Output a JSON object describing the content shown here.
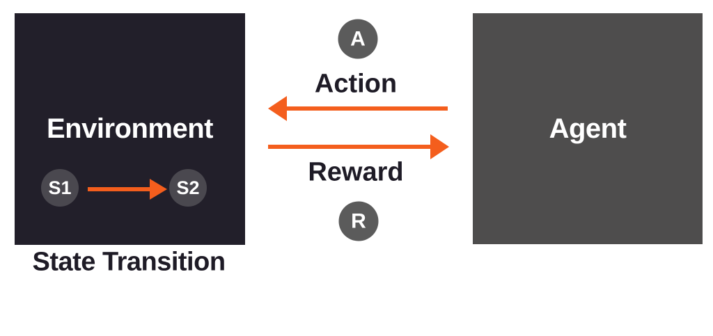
{
  "diagram": {
    "environment": {
      "label": "Environment",
      "caption": "State Transition",
      "state_from": "S1",
      "state_to": "S2"
    },
    "agent": {
      "label": "Agent"
    },
    "action": {
      "badge": "A",
      "label": "Action"
    },
    "reward": {
      "badge": "R",
      "label": "Reward"
    }
  },
  "colors": {
    "canvas_bg": "#FFFFFF",
    "environment_bg": "#221F2A",
    "agent_bg": "#4E4D4D",
    "badge_bg": "#5B5B5B",
    "state_circle_bg": "#4A484F",
    "arrow": "#F45E1D",
    "text_dark": "#1E1B26",
    "text_light": "#FFFFFF"
  }
}
